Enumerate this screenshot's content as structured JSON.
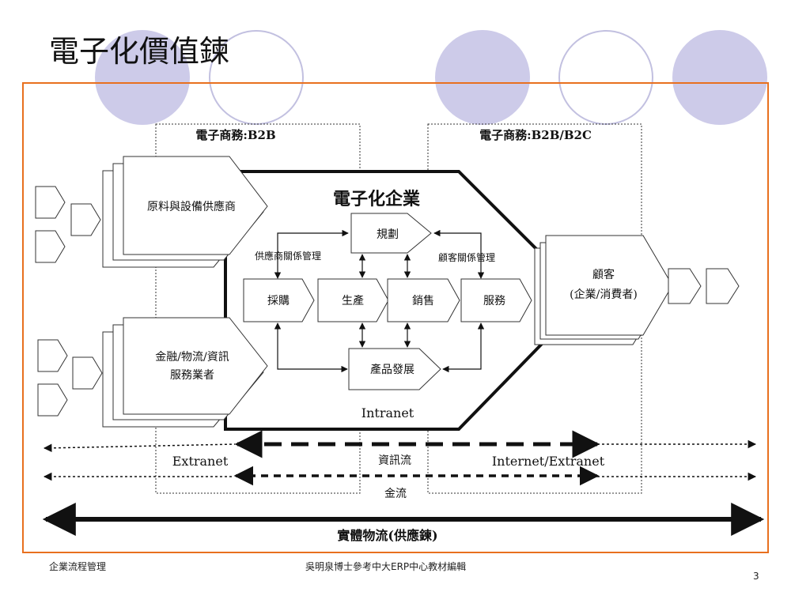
{
  "slide": {
    "title": "電子化價值鍊",
    "page_number": "3"
  },
  "footer": {
    "left": "企業流程管理",
    "center": "吳明泉博士參考中大ERP中心教材編輯"
  },
  "diagram": {
    "zone_b2b": "電子商務:B2B",
    "zone_b2b2c": "電子商務:B2B/B2C",
    "enterprise_title": "電子化企業",
    "supplier": "原料與設備供應商",
    "service_provider": [
      "金融/物流/資訊",
      "服務業者"
    ],
    "customer": [
      "顧客",
      "(企業/消費者)"
    ],
    "planning": "規劃",
    "srm": "供應商關係管理",
    "crm": "顧客關係管理",
    "purchasing": "採購",
    "production": "生產",
    "sales": "銷售",
    "service": "服務",
    "product_development": "產品發展",
    "intranet": "Intranet",
    "extranet": "Extranet",
    "information_flow": "資訊流",
    "internet_extranet": "Internet/Extranet",
    "money_flow": "金流",
    "physical_flow": "實體物流(供應鍊)"
  },
  "colors": {
    "frame": "#e8701f",
    "circle_fill": "#cdcbe9",
    "circle_ring": "#c2c0e0"
  }
}
